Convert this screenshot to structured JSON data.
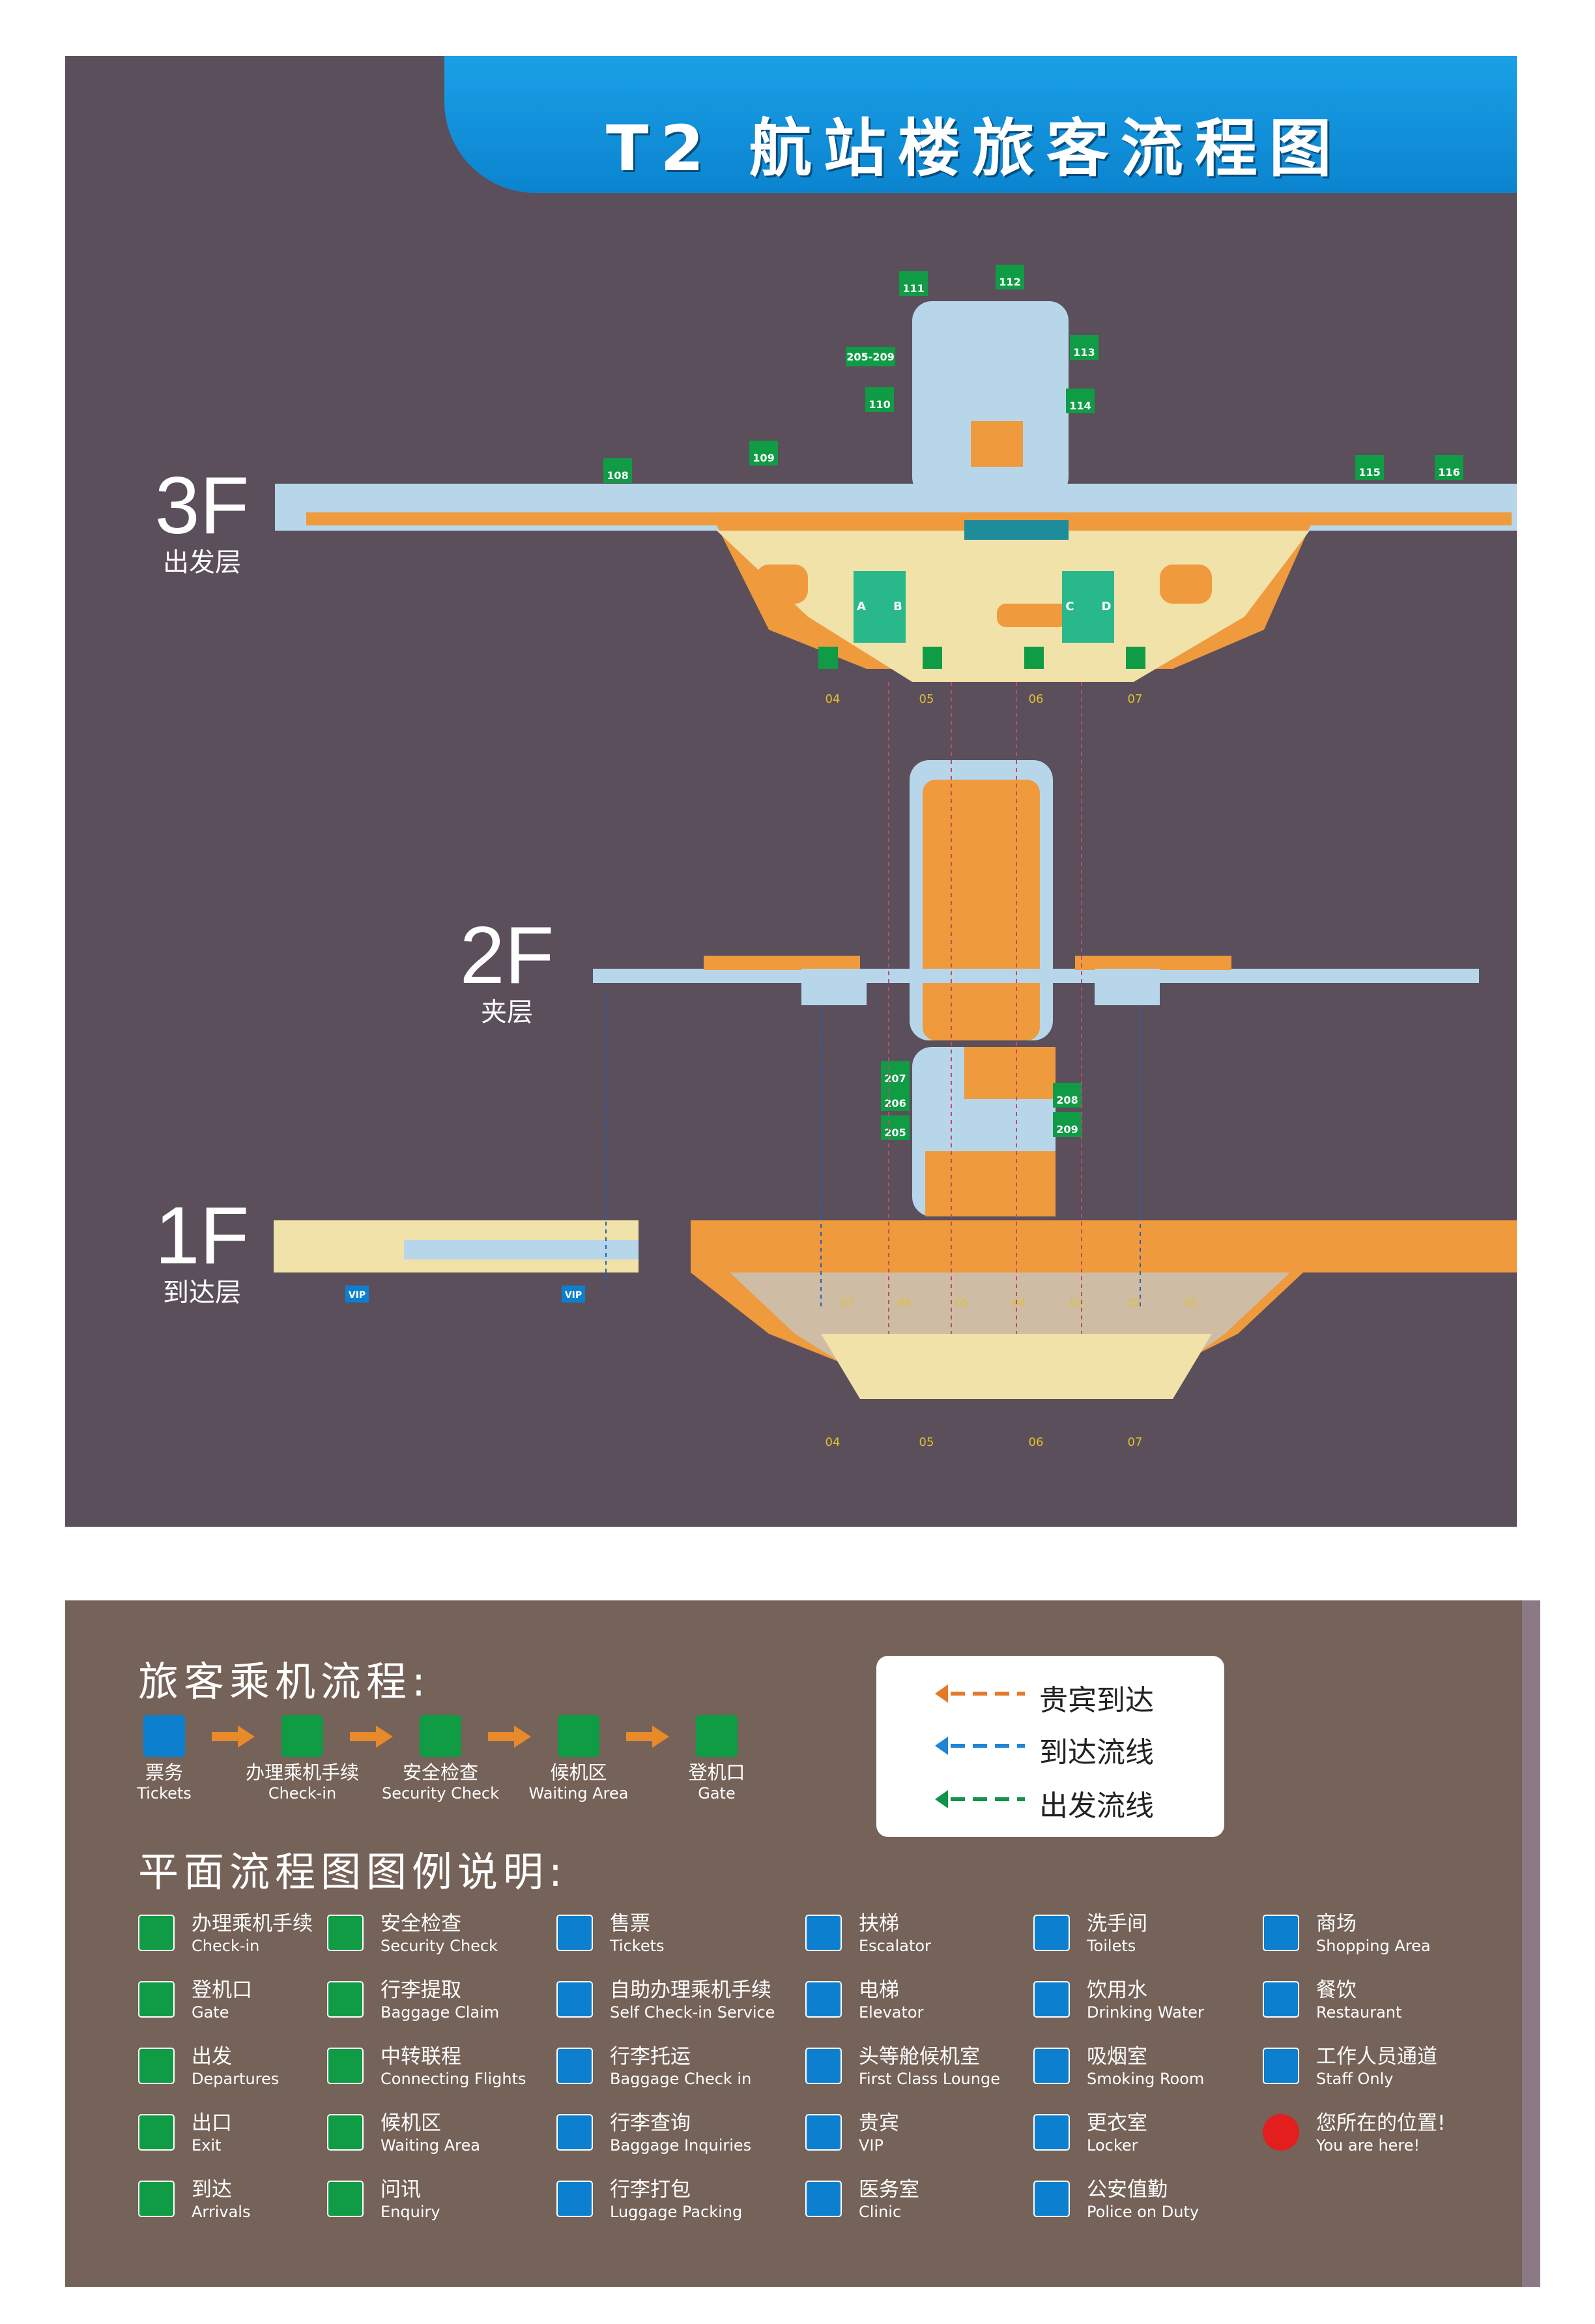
{
  "header": {
    "title": "T2 航站楼旅客流程图"
  },
  "floors": [
    {
      "code": "3F",
      "name": "出发层"
    },
    {
      "code": "2F",
      "name": "夹层"
    },
    {
      "code": "1F",
      "name": "到达层"
    }
  ],
  "map_labels": {
    "gates_3f": [
      "108",
      "109",
      "111",
      "112",
      "113",
      "110",
      "114",
      "115",
      "116"
    ],
    "gate_range": "205-209",
    "gates_1f": [
      "207",
      "206",
      "205",
      "208",
      "209"
    ],
    "doors": [
      "04",
      "05",
      "06",
      "07"
    ],
    "zones": [
      "A",
      "B",
      "C",
      "D"
    ],
    "carousels_1f": [
      "07",
      "06",
      "05",
      "04",
      "03",
      "02",
      "01"
    ],
    "vip": "VIP"
  },
  "process": {
    "title": "旅客乘机流程:",
    "steps": [
      {
        "cn": "票务",
        "en": "Tickets",
        "icon": "tickets-icon"
      },
      {
        "cn": "办理乘机手续",
        "en": "Check-in",
        "icon": "checkin-icon"
      },
      {
        "cn": "安全检查",
        "en": "Security Check",
        "icon": "security-icon"
      },
      {
        "cn": "候机区",
        "en": "Waiting Area",
        "icon": "waiting-icon"
      },
      {
        "cn": "登机口",
        "en": "Gate",
        "icon": "gate-icon"
      }
    ]
  },
  "flow_lines": [
    {
      "label": "贵宾到达",
      "color": "#e37a2a"
    },
    {
      "label": "到达流线",
      "color": "#1d84d6"
    },
    {
      "label": "出发流线",
      "color": "#13924a"
    }
  ],
  "legend": {
    "title": "平面流程图图例说明:",
    "items": [
      {
        "cn": "办理乘机手续",
        "en": "Check-in",
        "icon": "checkin-icon",
        "color": "green"
      },
      {
        "cn": "安全检查",
        "en": "Security Check",
        "icon": "security-icon",
        "color": "green"
      },
      {
        "cn": "售票",
        "en": "Tickets",
        "icon": "tickets-icon",
        "color": "blue"
      },
      {
        "cn": "扶梯",
        "en": "Escalator",
        "icon": "escalator-icon",
        "color": "blue"
      },
      {
        "cn": "洗手间",
        "en": "Toilets",
        "icon": "toilets-icon",
        "color": "blue"
      },
      {
        "cn": "商场",
        "en": "Shopping Area",
        "icon": "shopping-icon",
        "color": "blue"
      },
      {
        "cn": "登机口",
        "en": "Gate",
        "icon": "gate-icon",
        "color": "green"
      },
      {
        "cn": "行李提取",
        "en": "Baggage Claim",
        "icon": "baggage-claim-icon",
        "color": "green"
      },
      {
        "cn": "自助办理乘机手续",
        "en": "Self Check-in Service",
        "icon": "self-checkin-icon",
        "color": "blue"
      },
      {
        "cn": "电梯",
        "en": "Elevator",
        "icon": "elevator-icon",
        "color": "blue"
      },
      {
        "cn": "饮用水",
        "en": "Drinking Water",
        "icon": "drinking-water-icon",
        "color": "blue"
      },
      {
        "cn": "餐饮",
        "en": "Restaurant",
        "icon": "restaurant-icon",
        "color": "blue"
      },
      {
        "cn": "出发",
        "en": "Departures",
        "icon": "departures-icon",
        "color": "green"
      },
      {
        "cn": "中转联程",
        "en": "Connecting Flights",
        "icon": "connecting-icon",
        "color": "green"
      },
      {
        "cn": "行李托运",
        "en": "Baggage  Check  in",
        "icon": "baggage-checkin-icon",
        "color": "blue"
      },
      {
        "cn": "头等舱候机室",
        "en": "First Class Lounge",
        "icon": "lounge-icon",
        "color": "blue"
      },
      {
        "cn": "吸烟室",
        "en": "Smoking Room",
        "icon": "smoking-icon",
        "color": "blue"
      },
      {
        "cn": "工作人员通道",
        "en": "Staff Only",
        "icon": "staff-icon",
        "color": "blue"
      },
      {
        "cn": "出口",
        "en": "Exit",
        "icon": "exit-icon",
        "color": "green"
      },
      {
        "cn": "候机区",
        "en": "Waiting Area",
        "icon": "waiting-icon",
        "color": "green"
      },
      {
        "cn": "行李查询",
        "en": "Baggage Inquiries",
        "icon": "baggage-inquiry-icon",
        "color": "blue"
      },
      {
        "cn": "贵宾",
        "en": "VIP",
        "icon": "vip-icon",
        "color": "blue"
      },
      {
        "cn": "更衣室",
        "en": "Locker",
        "icon": "locker-icon",
        "color": "blue"
      },
      {
        "cn": "您所在的位置!",
        "en": "You are here!",
        "icon": "you-are-here-icon",
        "color": "red"
      },
      {
        "cn": "到达",
        "en": "Arrivals",
        "icon": "arrivals-icon",
        "color": "green"
      },
      {
        "cn": "问讯",
        "en": "Enquiry",
        "icon": "enquiry-icon",
        "color": "green"
      },
      {
        "cn": "行李打包",
        "en": "Luggage  Packing",
        "icon": "luggage-packing-icon",
        "color": "blue"
      },
      {
        "cn": "医务室",
        "en": "Clinic",
        "icon": "clinic-icon",
        "color": "blue"
      },
      {
        "cn": "公安值勤",
        "en": "Police on Duty",
        "icon": "police-icon",
        "color": "blue"
      }
    ]
  }
}
